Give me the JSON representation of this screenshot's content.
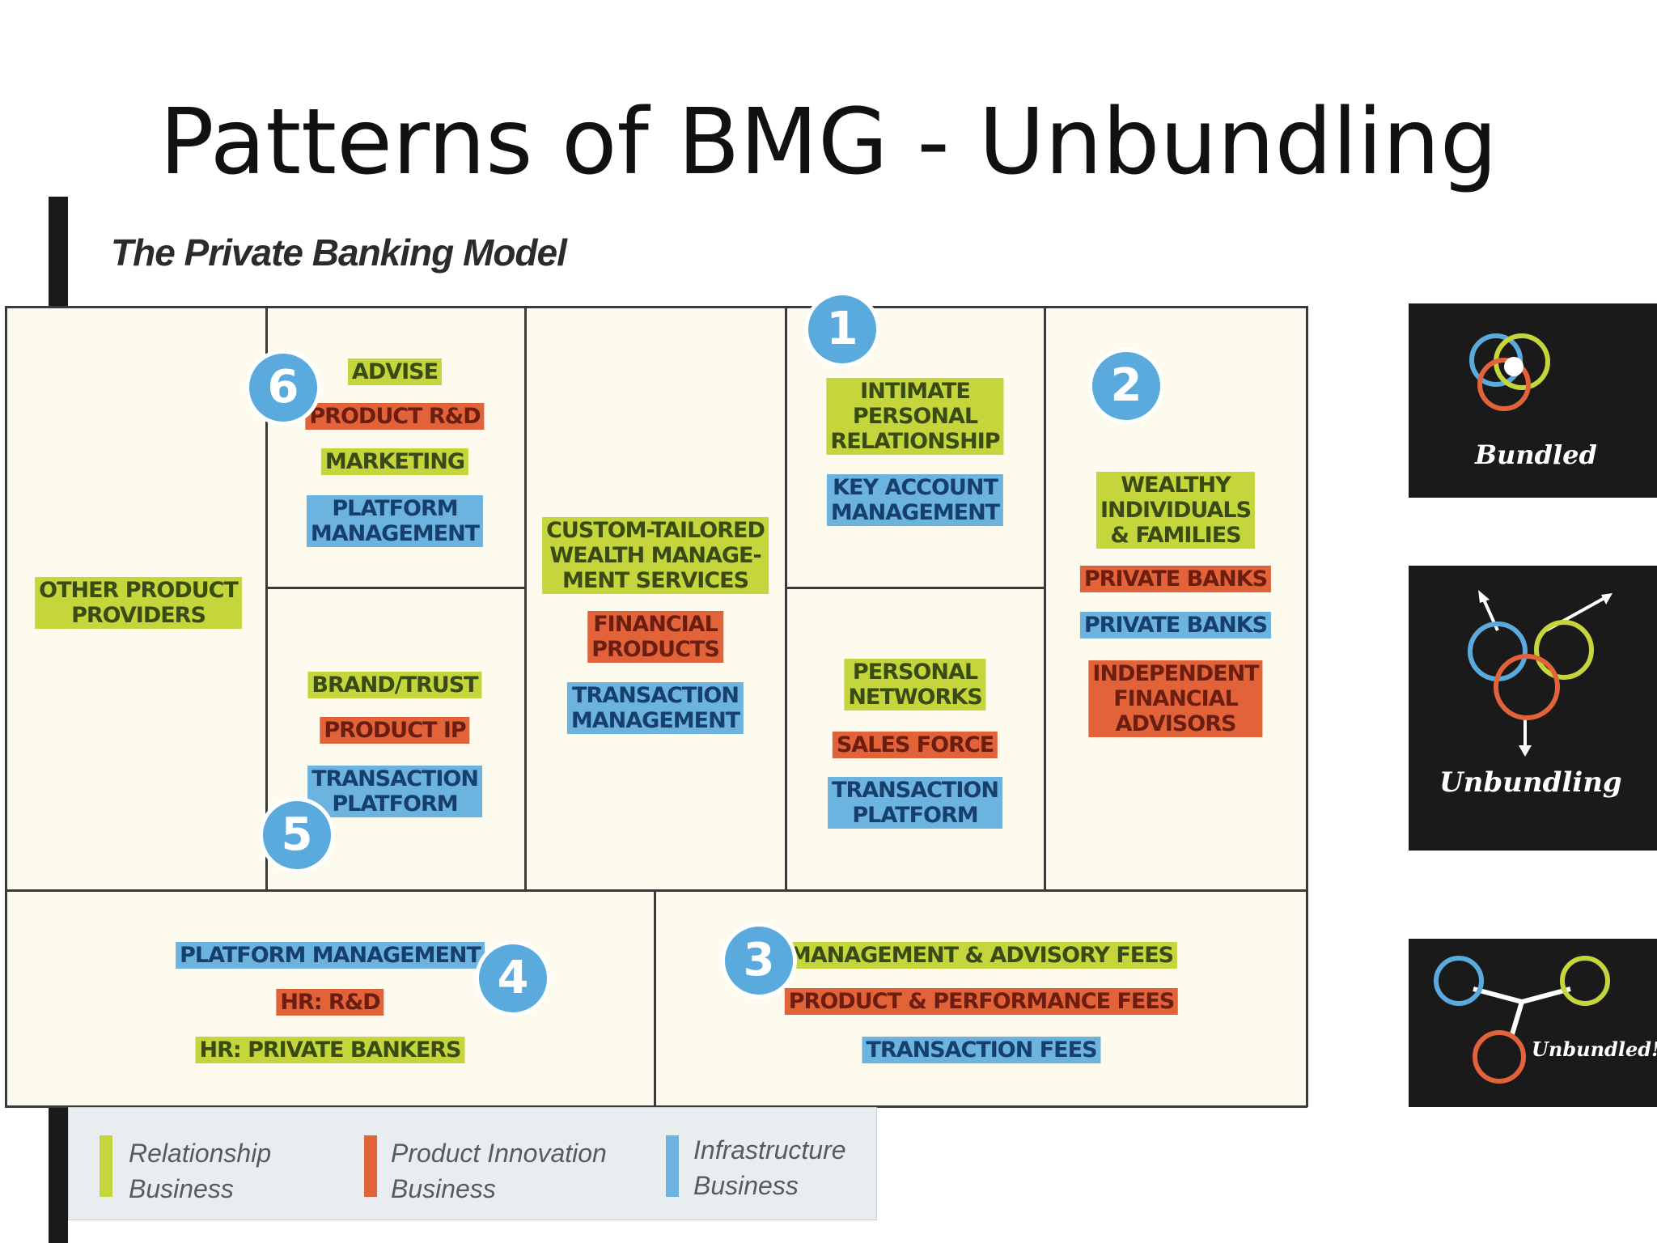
{
  "slide": {
    "title": "Patterns of BMG - Unbundling"
  },
  "model": {
    "title": "The Private Banking Model",
    "key_partners": [
      "OTHER PRODUCT\nPROVIDERS"
    ],
    "key_activities": [
      "ADVISE",
      "PRODUCT R&D",
      "MARKETING",
      "PLATFORM\nMANAGEMENT"
    ],
    "key_resources": [
      "BRAND/TRUST",
      "PRODUCT IP",
      "TRANSACTION\nPLATFORM"
    ],
    "value_propositions": [
      "CUSTOM-TAILORED\nWEALTH MANAGE-\nMENT SERVICES",
      "FINANCIAL\nPRODUCTS",
      "TRANSACTION\nMANAGEMENT"
    ],
    "customer_relationships": [
      "INTIMATE\nPERSONAL\nRELATIONSHIP",
      "KEY ACCOUNT\nMANAGEMENT"
    ],
    "channels": [
      "PERSONAL\nNETWORKS",
      "SALES FORCE",
      "TRANSACTION\nPLATFORM"
    ],
    "customer_segments": [
      "WEALTHY\nINDIVIDUALS\n& FAMILIES",
      "PRIVATE BANKS",
      "PRIVATE BANKS",
      "INDEPENDENT\nFINANCIAL\nADVISORS"
    ],
    "cost_structure": [
      "PLATFORM MANAGEMENT",
      "HR: R&D",
      "HR: PRIVATE BANKERS"
    ],
    "revenue_streams": [
      "MANAGEMENT & ADVISORY FEES",
      "PRODUCT & PERFORMANCE FEES",
      "TRANSACTION FEES"
    ],
    "badges": [
      "1",
      "2",
      "3",
      "4",
      "5",
      "6"
    ]
  },
  "legend": [
    {
      "label": "Relationship\nBusiness",
      "color": "#c4d63c"
    },
    {
      "label": "Product Innovation\nBusiness",
      "color": "#e2623a"
    },
    {
      "label": "Infrastructure\nBusiness",
      "color": "#6cb3e0"
    }
  ],
  "side_panels": {
    "bundled": "Bundled",
    "unbundling": "Unbundling",
    "unbundled": "Unbundled!"
  },
  "colors": {
    "relationship": "#c4d63c",
    "product_innovation": "#e2623a",
    "infrastructure": "#6cb3e0",
    "badge": "#5aaadd",
    "panel": "#1b1a1a"
  }
}
